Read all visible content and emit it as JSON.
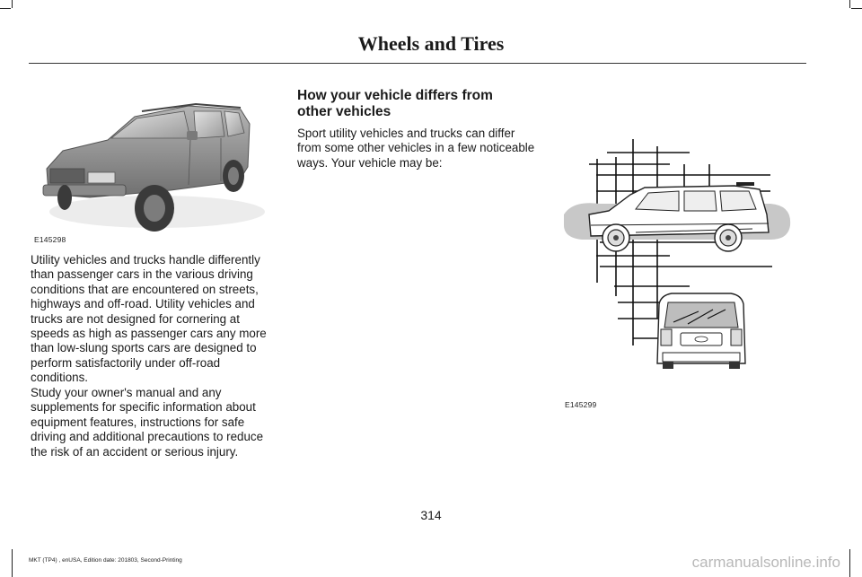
{
  "header": {
    "title": "Wheels and Tires"
  },
  "figures": {
    "left_label": "E145298",
    "right_label": "E145299"
  },
  "left_column": {
    "paragraph1": "Utility vehicles and trucks handle differently than passenger cars in the various driving conditions that are encountered on streets, highways and off-road. Utility vehicles and trucks are not designed for cornering at speeds as high as passenger cars any more than low-slung sports cars are designed to perform satisfactorily under off-road conditions.",
    "paragraph2": "Study your owner's manual and any supplements for specific information about equipment features, instructions for safe driving and additional precautions to reduce the risk of an accident or serious injury."
  },
  "middle_column": {
    "heading": "How your vehicle differs from other vehicles",
    "paragraph": "Sport utility vehicles and trucks can differ from some other vehicles in a few noticeable ways. Your vehicle may be:"
  },
  "footer": {
    "page_number": "314",
    "edition": "MKT (TP4) , enUSA, Edition date: 201803, Second-Printing",
    "watermark": "carmanualsonline.info"
  }
}
